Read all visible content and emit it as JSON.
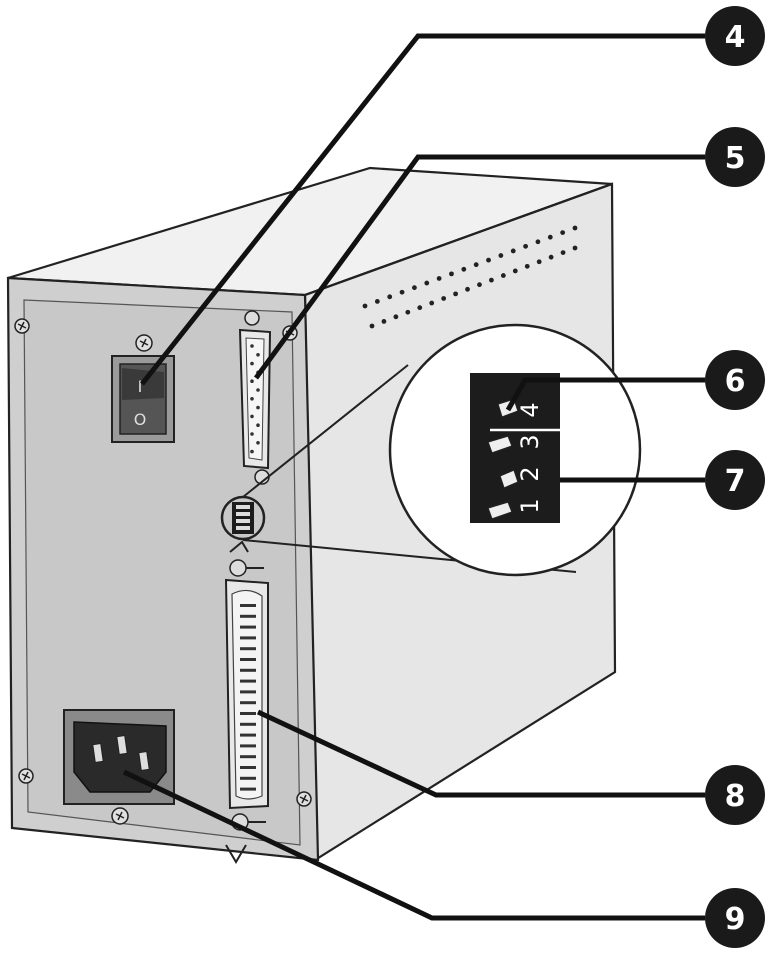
{
  "callouts": [
    {
      "number": "4"
    },
    {
      "number": "5"
    },
    {
      "number": "6"
    },
    {
      "number": "7"
    },
    {
      "number": "8"
    },
    {
      "number": "9"
    }
  ],
  "power_switch": {
    "on_mark": "I",
    "off_mark": "O"
  },
  "dip_switches": [
    "4",
    "3",
    "2",
    "1"
  ],
  "colors": {
    "side_panel": "#e6e6e6",
    "top_panel": "#f1f1f1",
    "back_panel": "#cfcfcf",
    "dip_block": "#1c1c1c",
    "callout": "#1a1a1a"
  }
}
